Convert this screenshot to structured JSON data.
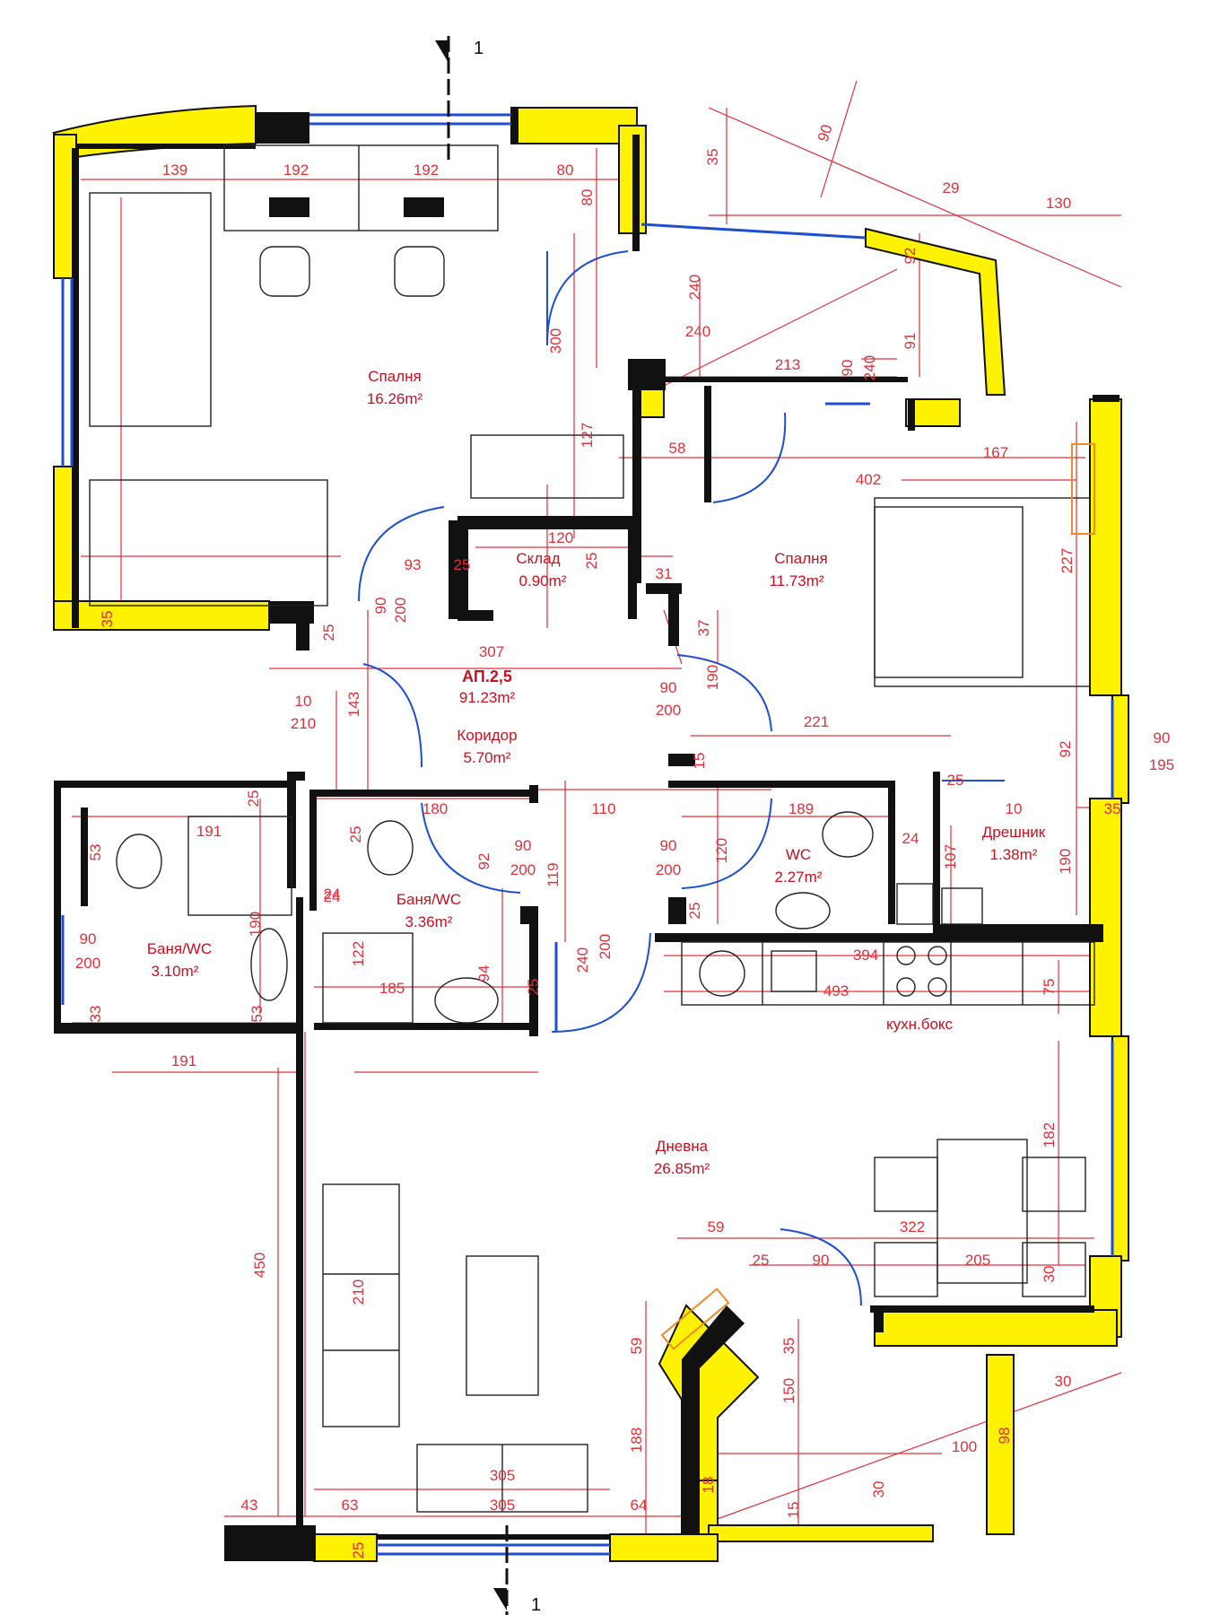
{
  "apartment": {
    "code": "АП.2,5",
    "area": "91.23m²"
  },
  "section_marks": {
    "label": "1"
  },
  "rooms": [
    {
      "name": "Спалня",
      "area": "16.26m²"
    },
    {
      "name": "Спалня",
      "area": "11.73m²"
    },
    {
      "name": "Склад",
      "area": "0.90m²"
    },
    {
      "name": "Коридор",
      "area": "5.70m²"
    },
    {
      "name": "Баня/WC",
      "area": "3.10m²"
    },
    {
      "name": "Баня/WC",
      "area": "3.36m²"
    },
    {
      "name": "WC",
      "area": "2.27m²"
    },
    {
      "name": "Дрешник",
      "area": "1.38m²"
    },
    {
      "name": "кухн.бокс",
      "area": ""
    },
    {
      "name": "Дневна",
      "area": "26.85m²"
    }
  ],
  "dimensions": [
    "139",
    "192",
    "192",
    "80",
    "35",
    "90",
    "29",
    "130",
    "80",
    "240",
    "300",
    "240",
    "213",
    "90",
    "240",
    "92",
    "91",
    "127",
    "58",
    "167",
    "402",
    "120",
    "25",
    "93",
    "25",
    "31",
    "90",
    "200",
    "37",
    "227",
    "35",
    "25",
    "307",
    "90",
    "200",
    "190",
    "10",
    "210",
    "143",
    "221",
    "90",
    "195",
    "25",
    "15",
    "92",
    "180",
    "110",
    "189",
    "25",
    "10",
    "35",
    "191",
    "53",
    "25",
    "24",
    "92",
    "90",
    "200",
    "119",
    "90",
    "200",
    "120",
    "24",
    "107",
    "190",
    "24",
    "25",
    "240",
    "200",
    "190",
    "122",
    "94",
    "185",
    "25",
    "33",
    "90",
    "200",
    "53",
    "394",
    "493",
    "75",
    "191",
    "182",
    "59",
    "322",
    "25",
    "90",
    "205",
    "30",
    "450",
    "210",
    "59",
    "35",
    "150",
    "30",
    "188",
    "98",
    "100",
    "305",
    "305",
    "30",
    "43",
    "63",
    "64",
    "15",
    "25",
    "18"
  ]
}
